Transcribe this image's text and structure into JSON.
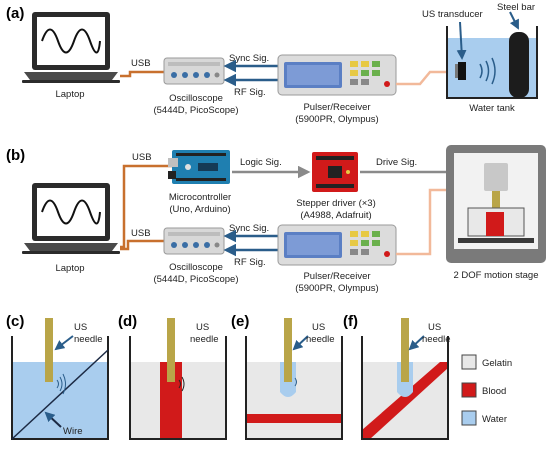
{
  "panels": {
    "a": "(a)",
    "b": "(b)",
    "c": "(c)",
    "d": "(d)",
    "e": "(e)",
    "f": "(f)"
  },
  "panel_a": {
    "laptop": "Laptop",
    "usb": "USB",
    "osc_name": "Oscilloscope",
    "osc_model": "(5444D, PicoScope)",
    "sync": "Sync Sig.",
    "rf": "RF Sig.",
    "pulser_name": "Pulser/Receiver",
    "pulser_model": "(5900PR, Olympus)",
    "transducer": "US transducer",
    "steel_bar": "Steel bar",
    "water_tank": "Water tank"
  },
  "panel_b": {
    "laptop": "Laptop",
    "usb_top": "USB",
    "usb_bottom": "USB",
    "mcu_name": "Microcontroller",
    "mcu_model": "(Uno, Arduino)",
    "logic": "Logic Sig.",
    "driver_name": "Stepper driver (×3)",
    "driver_model": "(A4988, Adafruit)",
    "drive": "Drive Sig.",
    "osc_name": "Oscilloscope",
    "osc_model": "(5444D, PicoScope)",
    "sync": "Sync Sig.",
    "rf": "RF Sig.",
    "pulser_name": "Pulser/Receiver",
    "pulser_model": "(5900PR, Olympus)",
    "stage": "2 DOF motion stage"
  },
  "panel_c": {
    "us": "US",
    "needle": "needle",
    "wire": "Wire"
  },
  "panel_d": {
    "us": "US",
    "needle": "needle"
  },
  "panel_e": {
    "us": "US",
    "needle": "needle"
  },
  "panel_f": {
    "us": "US",
    "needle": "needle"
  },
  "legend": {
    "gelatin": "Gelatin",
    "blood": "Blood",
    "water": "Water"
  },
  "colors": {
    "usb_cable": "#c8702e",
    "signal_arrow": "#2a5d8a",
    "rf_cable": "#f2b99a",
    "water": "#a9cdee",
    "gelatin": "#e8e8e8",
    "blood": "#d11a1a",
    "needle": "#b9a548",
    "steel": "#1c1c1c"
  }
}
